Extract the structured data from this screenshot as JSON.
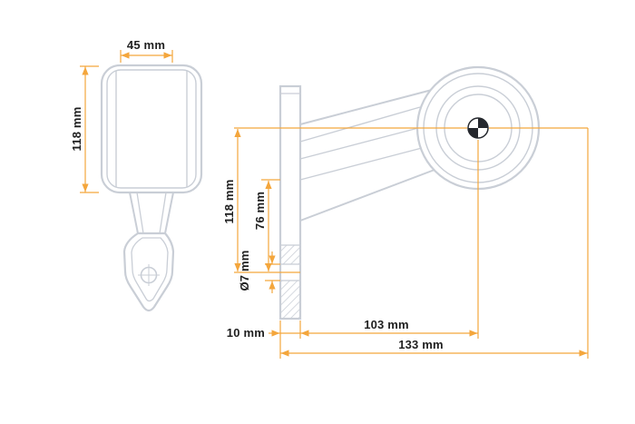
{
  "meta": {
    "title": "Pendant marker lamp technical drawing"
  },
  "colors": {
    "background": "#ffffff",
    "drawing_outline": "#c9ced6",
    "dimension_accent": "#f4a63c",
    "label_text": "#1f1f1f",
    "center_mark": "#25282e"
  },
  "views": {
    "front": {
      "width_label": "45 mm",
      "height_label": "118 mm"
    },
    "side": {
      "height_label": "118 mm",
      "bracket_height_label": "76 mm",
      "hole_label": "Ø7 mm",
      "plate_label": "10 mm",
      "reach_label": "103 mm",
      "total_label": "133 mm"
    }
  }
}
